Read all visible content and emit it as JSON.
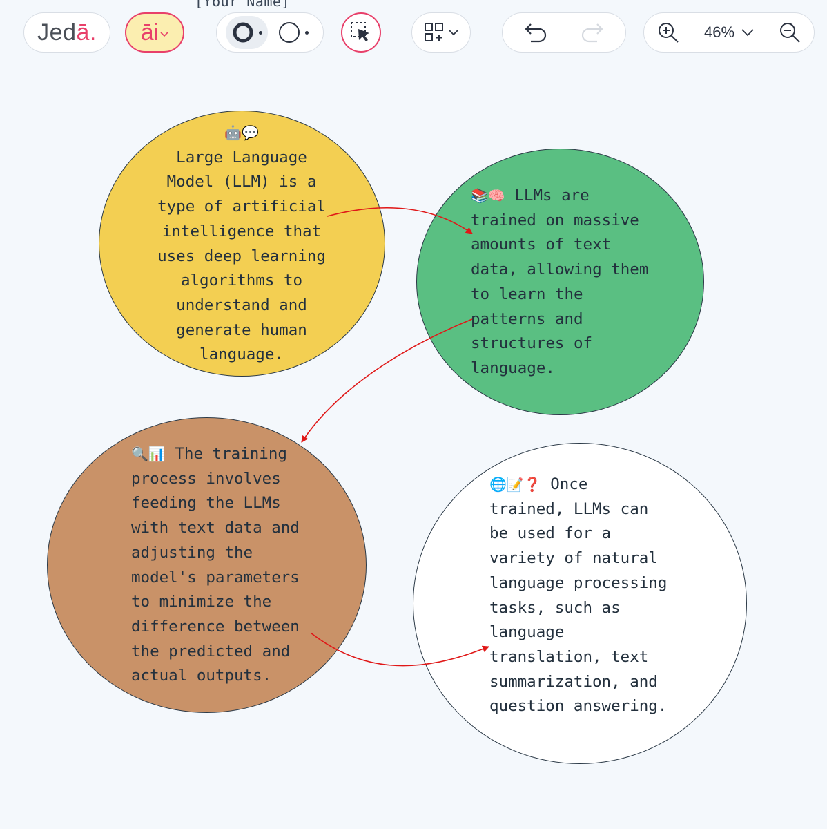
{
  "board": {
    "title": "[Your Name]"
  },
  "toolbar": {
    "logo_main": "Jed",
    "logo_accent": "ā.",
    "ai_label": "āi",
    "zoom_level": "46%"
  },
  "nodes": [
    {
      "emoji": "🤖💬",
      "text": "Large Language\nModel (LLM) is a\ntype of artificial\nintelligence that\nuses deep learning\nalgorithms to\nunderstand and\ngenerate human\nlanguage.",
      "color": "#f3cf52"
    },
    {
      "emoji": "📚🧠",
      "text": " LLMs are\ntrained on massive\namounts of text\ndata, allowing them\nto learn the\npatterns and\nstructures of\nlanguage.",
      "color": "#5abf82"
    },
    {
      "emoji": "🔍📊",
      "text": " The training\nprocess involves\nfeeding the LLMs\nwith text data and\nadjusting the\nmodel's parameters\nto minimize the\ndifference between\nthe predicted and\nactual outputs.",
      "color": "#c99268"
    },
    {
      "emoji": "🌐📝❓",
      "text": " Once\ntrained, LLMs can\nbe used for a\nvariety of natural\nlanguage processing\ntasks, such as\nlanguage\ntranslation, text\nsummarization, and\nquestion answering.",
      "color": "#ffffff"
    }
  ],
  "connectors": {
    "color": "#e01818"
  }
}
